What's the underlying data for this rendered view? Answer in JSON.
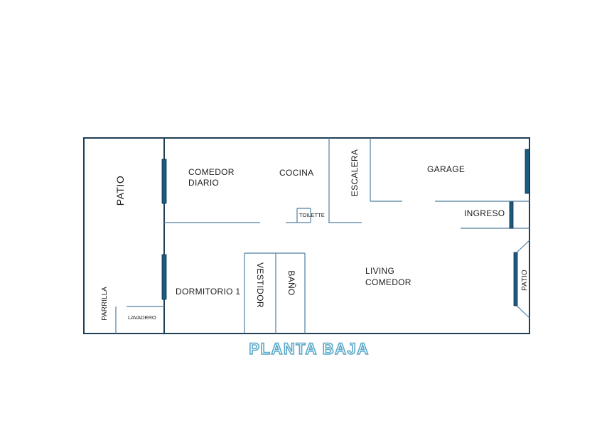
{
  "title": "PLANTA BAJA",
  "colors": {
    "wall": "#1f3f55",
    "inner_wall": "#4f7f9f",
    "window": "#1c5a80",
    "title_outline": "#5ba9c9"
  },
  "rooms": {
    "patio_left": "PATIO",
    "comedor_diario_line1": "COMEDOR",
    "comedor_diario_line2": "DIARIO",
    "cocina": "COCINA",
    "escalera": "ESCALERA",
    "garage": "GARAGE",
    "ingreso": "INGRESO",
    "toilette": "TOILETTE",
    "living_line1": "LIVING",
    "living_line2": "COMEDOR",
    "vestidor": "VESTIDOR",
    "bano": "BAÑO",
    "dormitorio": "DORMITORIO 1",
    "parrilla": "PARRILLA",
    "lavadero": "LAVADERO",
    "patio_right": "PATIO"
  }
}
